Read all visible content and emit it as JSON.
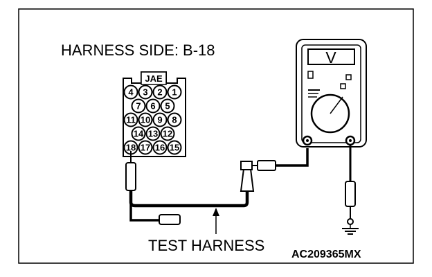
{
  "title": "HARNESS SIDE: B-18",
  "connector": {
    "maker_label": "JAE",
    "rows": [
      [
        "4",
        "3",
        "2",
        "1"
      ],
      [
        "7",
        "6",
        "5"
      ],
      [
        "11",
        "10",
        "9",
        "8"
      ],
      [
        "14",
        "13",
        "12"
      ],
      [
        "18",
        "17",
        "16",
        "15"
      ]
    ]
  },
  "meter": {
    "display_symbol": "V",
    "icon": "voltmeter-icon"
  },
  "ground_icon": "ground-symbol-icon",
  "harness_label": "TEST HARNESS",
  "figure_code": "AC209365MX"
}
